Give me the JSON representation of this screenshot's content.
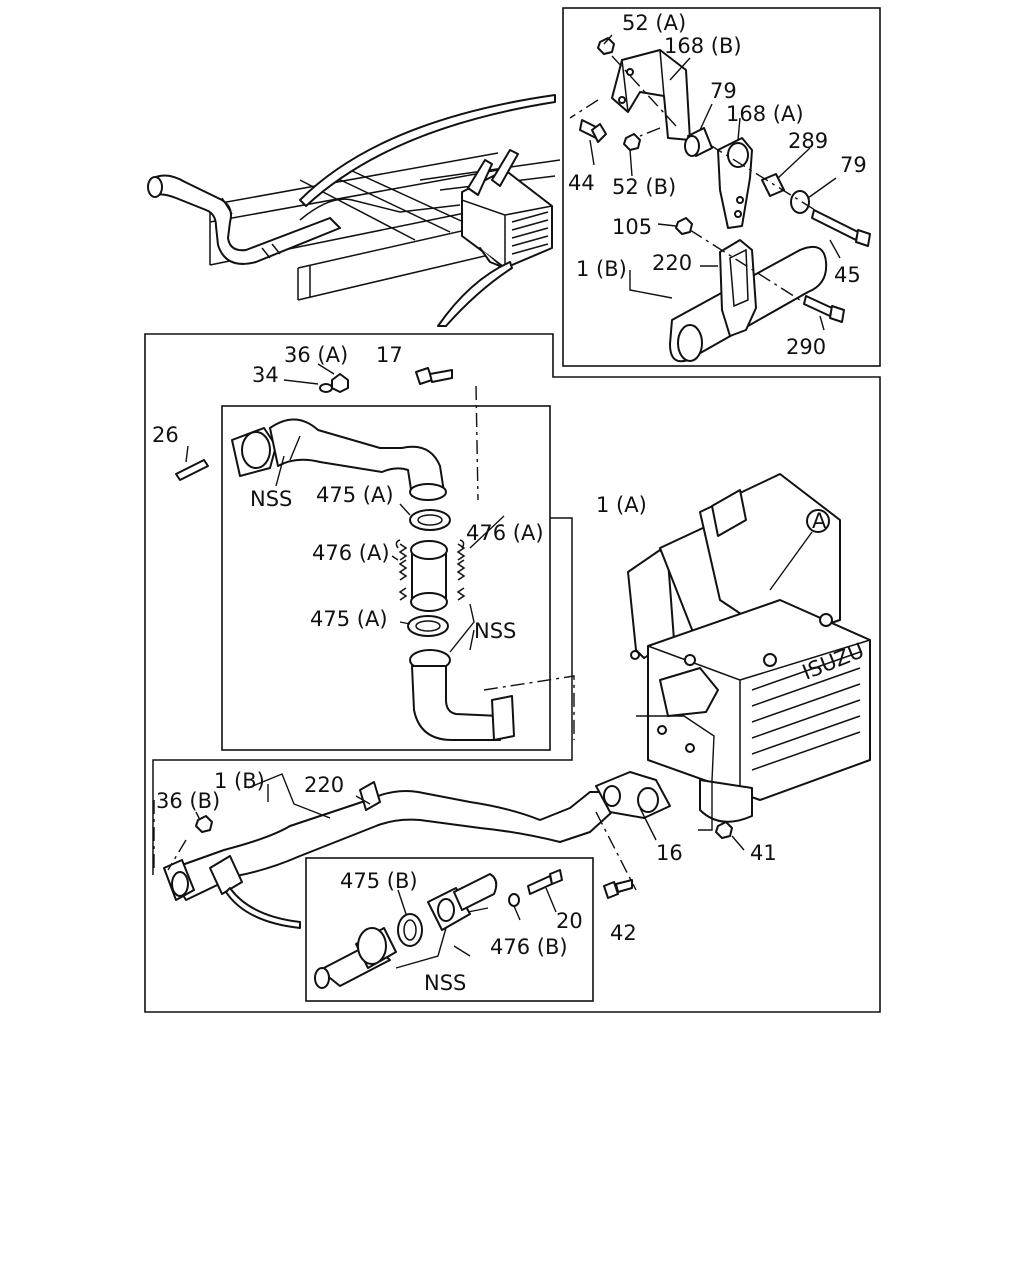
{
  "labels": {
    "l52a": "52 (A)",
    "l168b": "168 (B)",
    "l79a": "79",
    "l168a": "168 (A)",
    "l289": "289",
    "l79b": "79",
    "l44": "44",
    "l52b": "52 (B)",
    "l105": "105",
    "l1b_top": "1 (B)",
    "l220_top": "220",
    "l45": "45",
    "l290": "290",
    "l36a": "36 (A)",
    "l17": "17",
    "l34": "34",
    "l26": "26",
    "lnss1": "NSS",
    "l475a1": "475 (A)",
    "l476a_r": "476 (A)",
    "l1a": "1 (A)",
    "l476a_l": "476 (A)",
    "l475a2": "475 (A)",
    "lnss2": "NSS",
    "lA": "A",
    "l1b_mid": "1 (B)",
    "l220_mid": "220",
    "l36b": "36 (B)",
    "l16": "16",
    "l41": "41",
    "l475b": "475 (B)",
    "l20": "20",
    "l42": "42",
    "l476b": "476 (B)",
    "lnss3": "NSS"
  },
  "muffler": {
    "brand": "ISUZU"
  }
}
